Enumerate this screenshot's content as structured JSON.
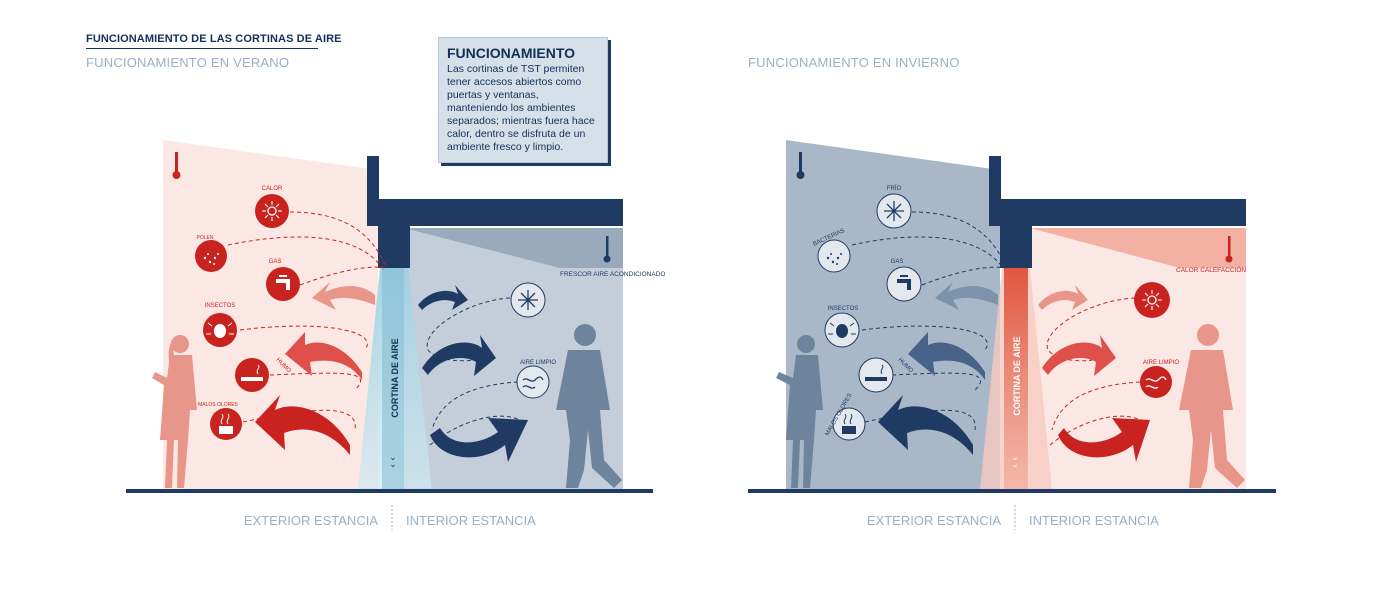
{
  "header": {
    "title": "FUNCIONAMIENTO DE LAS CORTINAS DE AIRE",
    "summer_label": "FUNCIONAMIENTO EN VERANO",
    "winter_label": "FUNCIONAMIENTO EN INVIERNO"
  },
  "infobox": {
    "title": "FUNCIONAMIENTO",
    "body": "Las cortinas de TST permiten tener accesos abiertos como puertas y ventanas, manteniendo los ambientes separados; mientras fuera hace calor, dentro se disfruta de un ambiente fresco y limpio."
  },
  "summer": {
    "curtain_label": "CORTINA DE AIRE",
    "exterior_label": "EXTERIOR ESTANCIA",
    "interior_label": "INTERIOR ESTANCIA",
    "outside_items": [
      "CALOR",
      "POLEN",
      "GAS",
      "INSECTOS",
      "HUMO",
      "MALOS OLORES"
    ],
    "inside_items": [
      "FRESCOR AIRE ACONDICIONADO",
      "AIRE LIMPIO"
    ]
  },
  "winter": {
    "curtain_label": "CORTINA DE AIRE",
    "exterior_label": "EXTERIOR ESTANCIA",
    "interior_label": "INTERIOR ESTANCIA",
    "outside_items": [
      "FRÍO",
      "BACTERIAS",
      "GAS",
      "INSECTOS",
      "HUMO",
      "MALOS OLORES"
    ],
    "inside_items": [
      "CALOR CALEFACCIÓN",
      "AIRE LIMPIO"
    ]
  },
  "colors": {
    "navy": "#1f3a63",
    "red": "#c8231f",
    "salmon": "#e8958a",
    "pale_pink": "#fbe8e4",
    "grey_blue": "#8fa4ba",
    "light_blue": "#a9d3e3"
  },
  "icons": [
    "thermometer-icon",
    "sun-icon",
    "pollen-icon",
    "gas-tap-icon",
    "insect-icon",
    "cigarette-icon",
    "odor-icon",
    "snowflake-icon",
    "bacteria-icon",
    "clean-air-icon",
    "person-icon"
  ]
}
